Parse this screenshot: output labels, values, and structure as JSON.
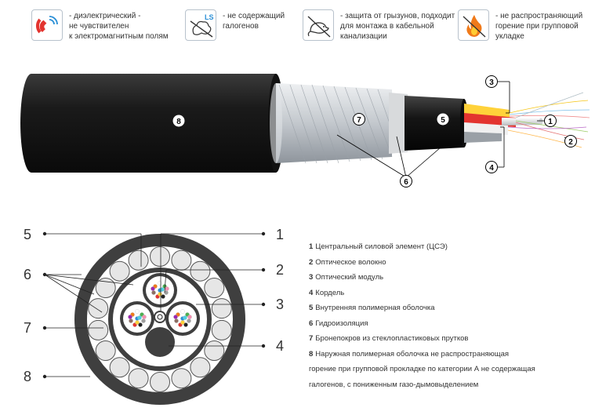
{
  "features": [
    {
      "icon": "magnet-signal-icon",
      "text": "- диэлектрический -\nне чувствителен\nк электромагнитным полям"
    },
    {
      "icon": "ls-halogen-icon",
      "badge": "LS",
      "text": "- не содержащий\nгалогенов"
    },
    {
      "icon": "rodent-icon",
      "text": "- защита от грызунов, подходит\nдля монтажа в кабельной\nканализации"
    },
    {
      "icon": "flame-icon",
      "text": "- не распространяющий\nгорение при групповой\nукладке"
    }
  ],
  "cable_callouts": [
    "8",
    "7",
    "5",
    "3",
    "1",
    "2",
    "4",
    "6"
  ],
  "cross_callouts": [
    "5",
    "6",
    "7",
    "8",
    "1",
    "2",
    "3",
    "4"
  ],
  "legend": [
    {
      "num": "1",
      "text": "Центральный силовой элемент (ЦСЭ)"
    },
    {
      "num": "2",
      "text": "Оптическое волокно"
    },
    {
      "num": "3",
      "text": "Оптический модуль"
    },
    {
      "num": "4",
      "text": "Кордель"
    },
    {
      "num": "5",
      "text": "Внутренняя полимерная оболочка"
    },
    {
      "num": "6",
      "text": "Гидроизоляция"
    },
    {
      "num": "7",
      "text": "Бронепокров из стеклопластиковых прутков"
    },
    {
      "num": "8",
      "text": "Наружная полимерная оболочка не распространяющая"
    },
    {
      "num": "",
      "text": "горение при групповой прокладке по категории А не содержащая"
    },
    {
      "num": "",
      "text": "галогенов, с пониженным газо-дымовыделением"
    }
  ],
  "colors": {
    "jacket": "#1c1c1c",
    "armor": "#c9cdd1",
    "accent_red": "#e3342f",
    "accent_blue": "#2a8fd6",
    "flame": "#f07a1a"
  }
}
